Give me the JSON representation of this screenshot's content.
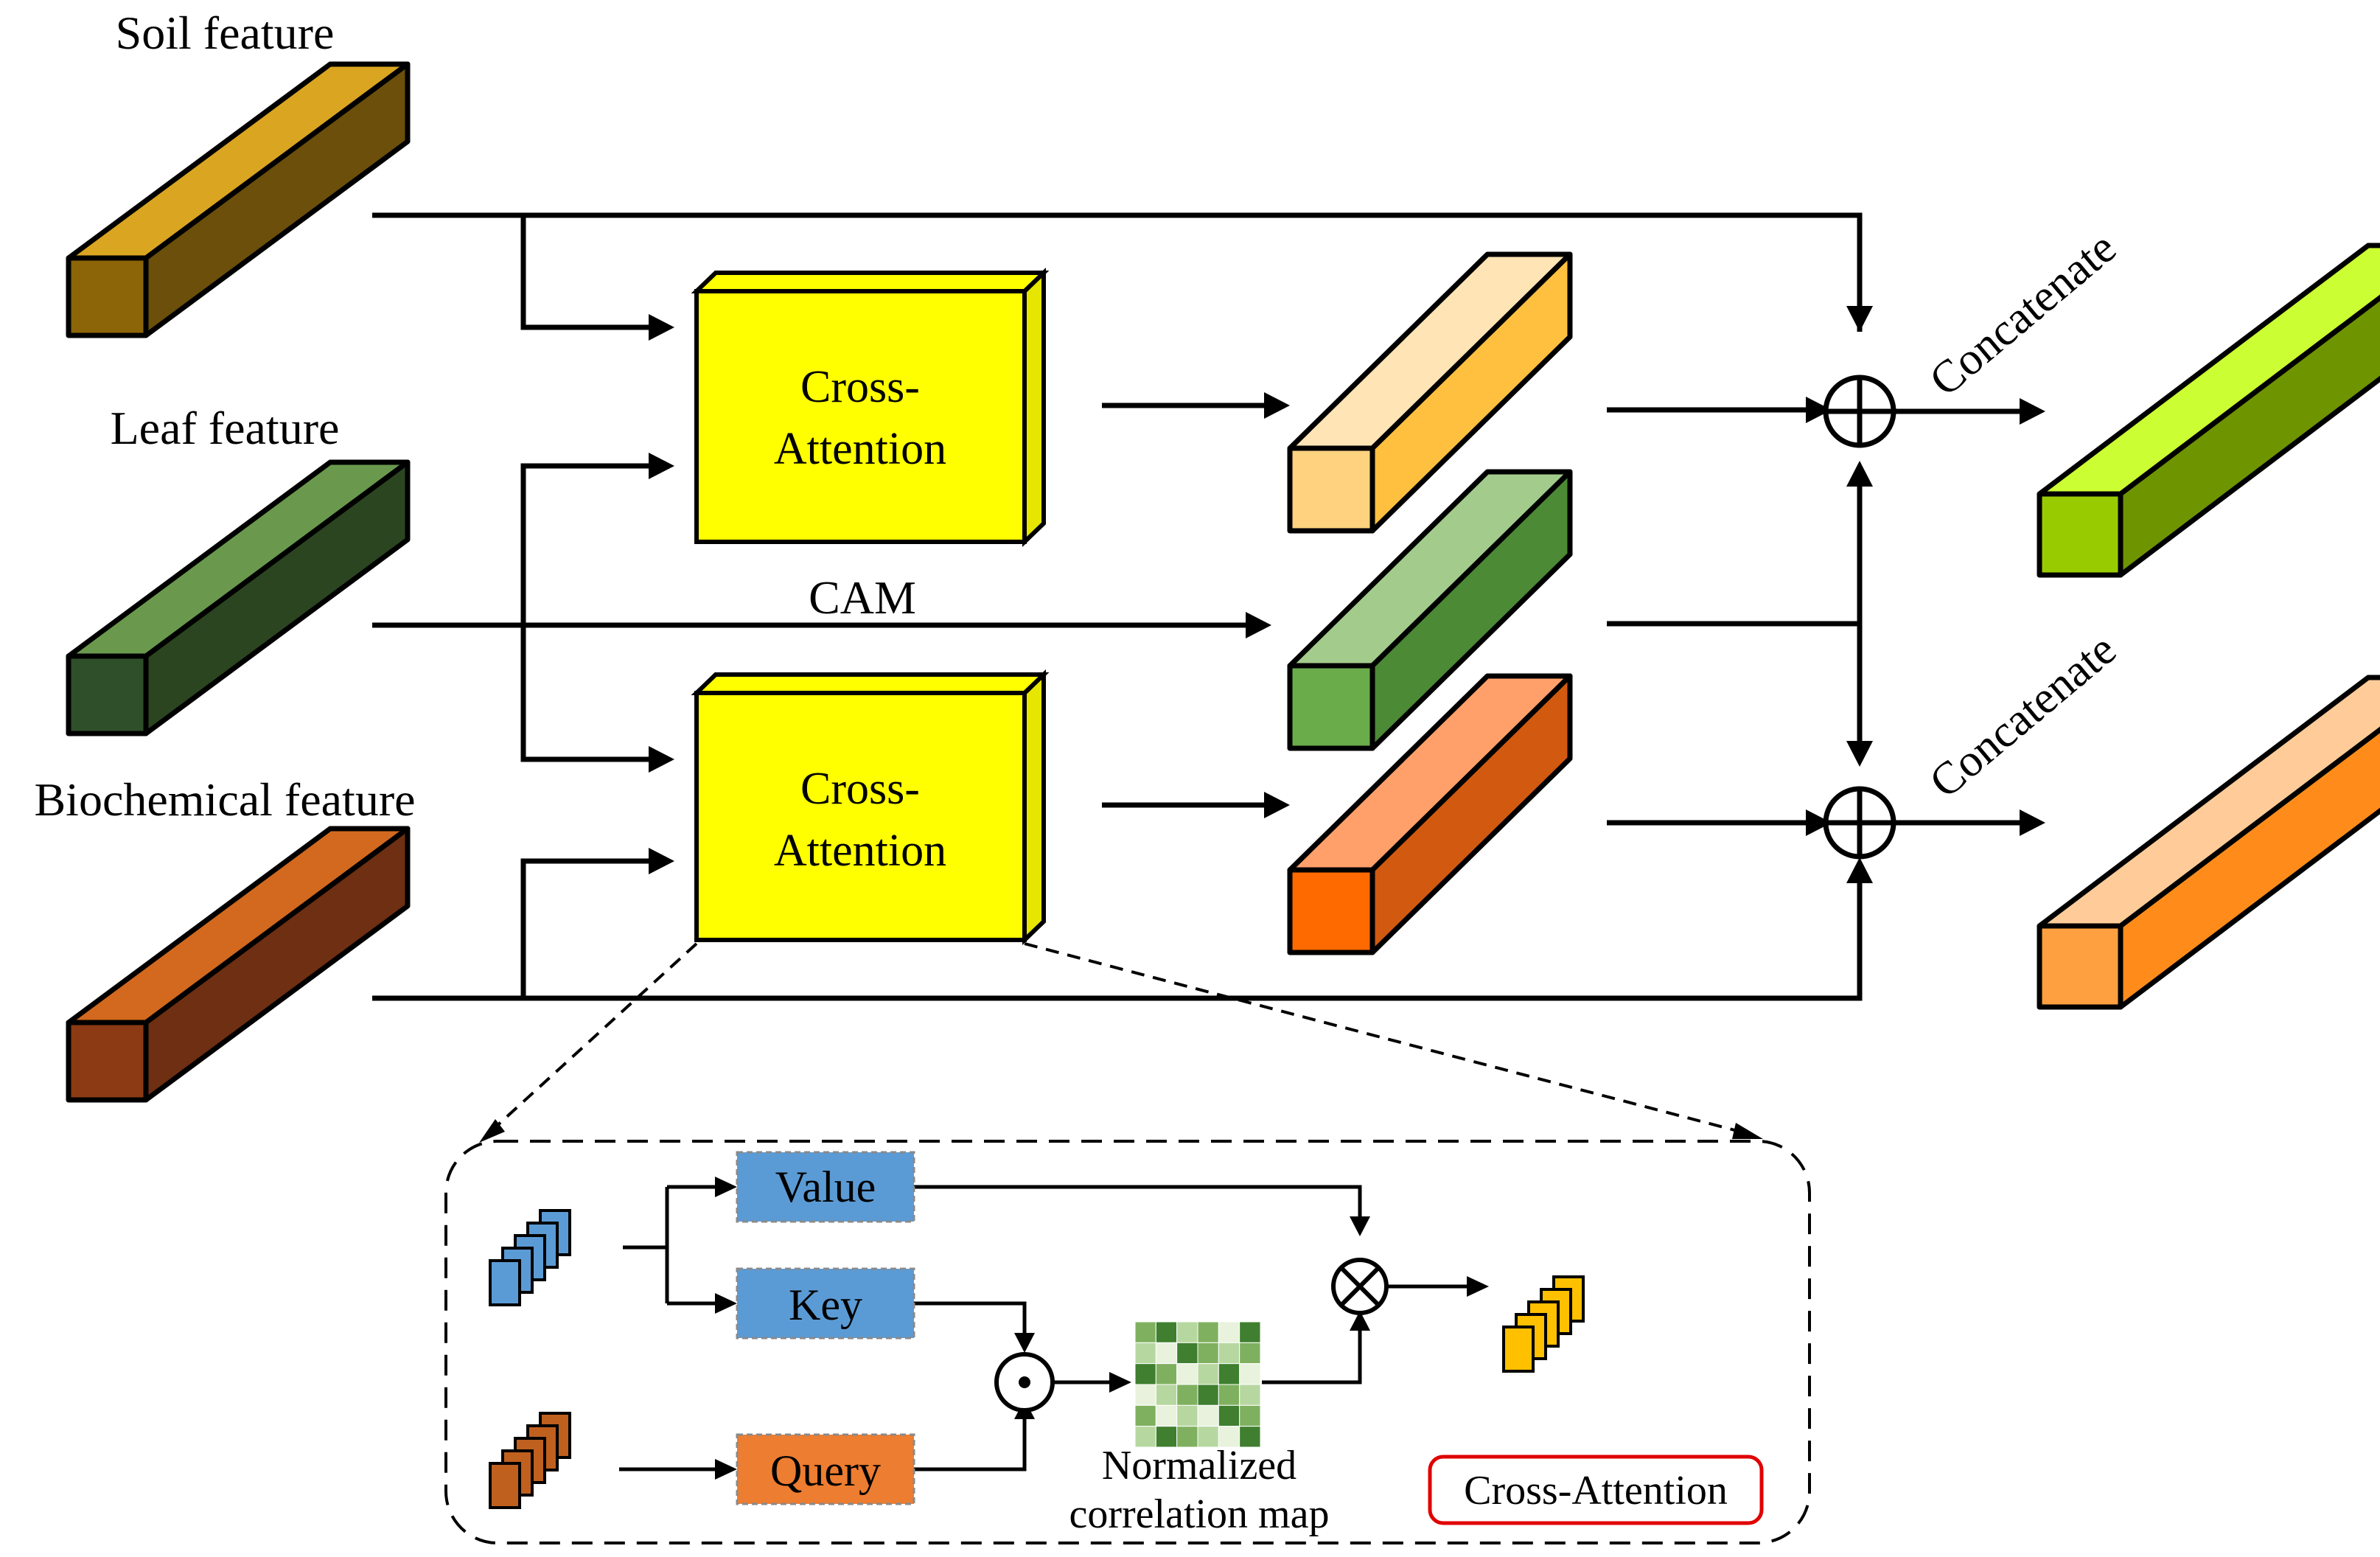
{
  "inputs": {
    "soil": {
      "label": "Soil feature",
      "front": "#8B6508",
      "top": "#DAA520",
      "side": "#6B4F0A"
    },
    "leaf": {
      "label": "Leaf feature",
      "front": "#2F4F2A",
      "top": "#6A994E",
      "side": "#2B4521"
    },
    "biochem": {
      "label": "Biochemical feature",
      "front": "#8B3A14",
      "top": "#D2691E",
      "side": "#6E2F12"
    }
  },
  "module": {
    "ca_top_label": "Cross-\nAttention",
    "ca_bottom_label": "Cross-\nAttention",
    "ca_face": "#FFFF00",
    "ca_side": "#E6E600",
    "cam_label": "CAM"
  },
  "intermediates": {
    "top": {
      "front": "#FFD27F",
      "top": "#FFE4B5",
      "side": "#FFC040"
    },
    "mid": {
      "front": "#6AAB4A",
      "top": "#A3CC8C",
      "side": "#4C8A36"
    },
    "bottom": {
      "front": "#FF6A00",
      "top": "#FFA06A",
      "side": "#D25A10"
    }
  },
  "outputs": {
    "concat_top_label": "Concatenate",
    "concat_bottom_label": "Concatenate",
    "top": {
      "front": "#99CC00",
      "top": "#CCFF33",
      "side": "#6E9400"
    },
    "bottom": {
      "front": "#FFA040",
      "top": "#FFCC99",
      "side": "#FF8C1A"
    }
  },
  "detail": {
    "value_label": "Value",
    "key_label": "Key",
    "query_label": "Query",
    "vk_color": "#5B9BD5",
    "query_color": "#ED7D31",
    "map_label_line1": "Normalized",
    "map_label_line2": "correlation map",
    "legend_label": "Cross-Attention",
    "legend_border": "#E00000",
    "map_colors": [
      "#3F7F2F",
      "#7FB05F",
      "#B7D7A0",
      "#E8F2DD"
    ],
    "blue_cells": "#5B9BD5",
    "orange_cells": "#C0601F",
    "yellow_cells": "#FFC000"
  }
}
